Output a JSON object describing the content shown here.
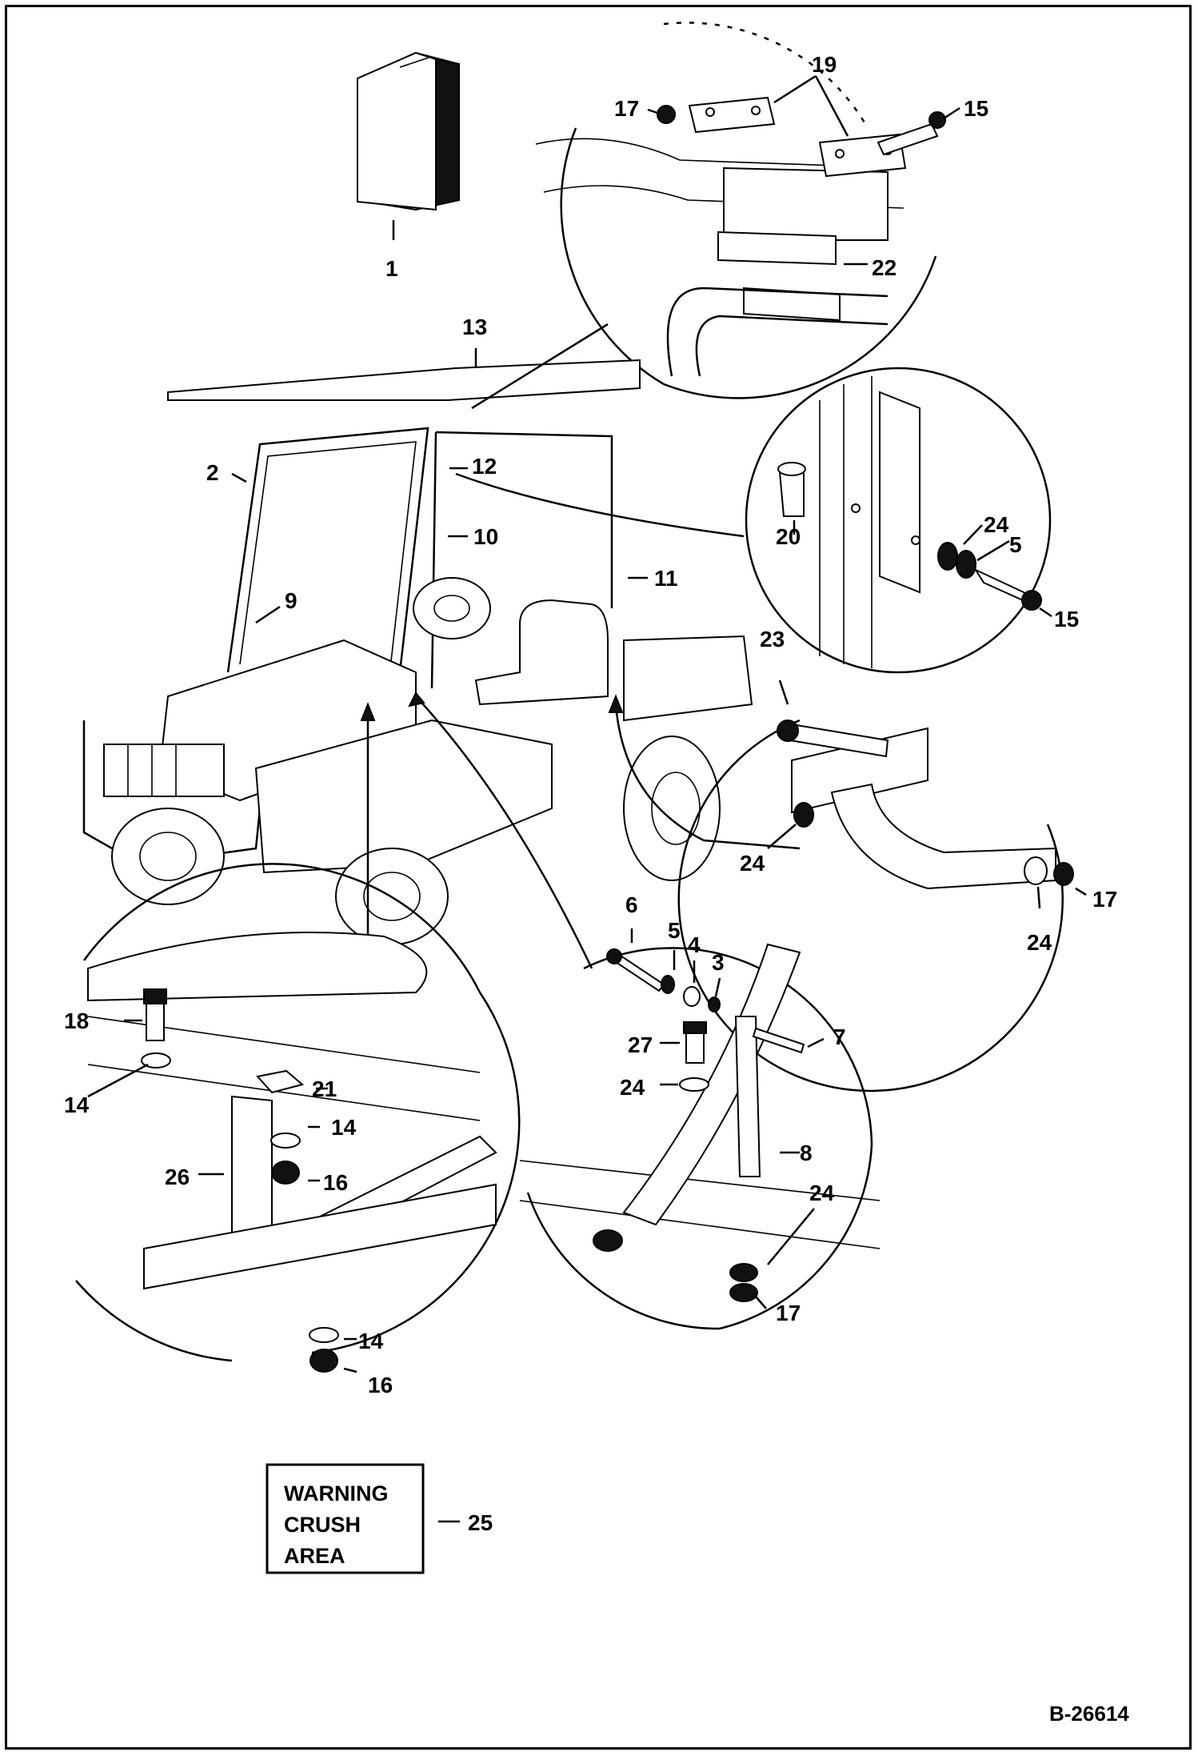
{
  "callouts": {
    "c1": "1",
    "c2": "2",
    "c3": "3",
    "c4": "4",
    "c5a": "5",
    "c5b": "5",
    "c6": "6",
    "c7": "7",
    "c8": "8",
    "c9": "9",
    "c10": "10",
    "c11": "11",
    "c12": "12",
    "c13": "13",
    "c14a": "14",
    "c14b": "14",
    "c14c": "14",
    "c15a": "15",
    "c15b": "15",
    "c16a": "16",
    "c16b": "16",
    "c17a": "17",
    "c17b": "17",
    "c17c": "17",
    "c18": "18",
    "c19": "19",
    "c20": "20",
    "c21": "21",
    "c22": "22",
    "c23": "23",
    "c24a": "24",
    "c24b": "24",
    "c24c": "24",
    "c24d": "24",
    "c24e": "24",
    "c25": "25",
    "c26": "26",
    "c27": "27"
  },
  "warning_decal": {
    "line1": "WARNING",
    "line2": "CRUSH",
    "line3": "AREA"
  },
  "document_id": "B-26614"
}
